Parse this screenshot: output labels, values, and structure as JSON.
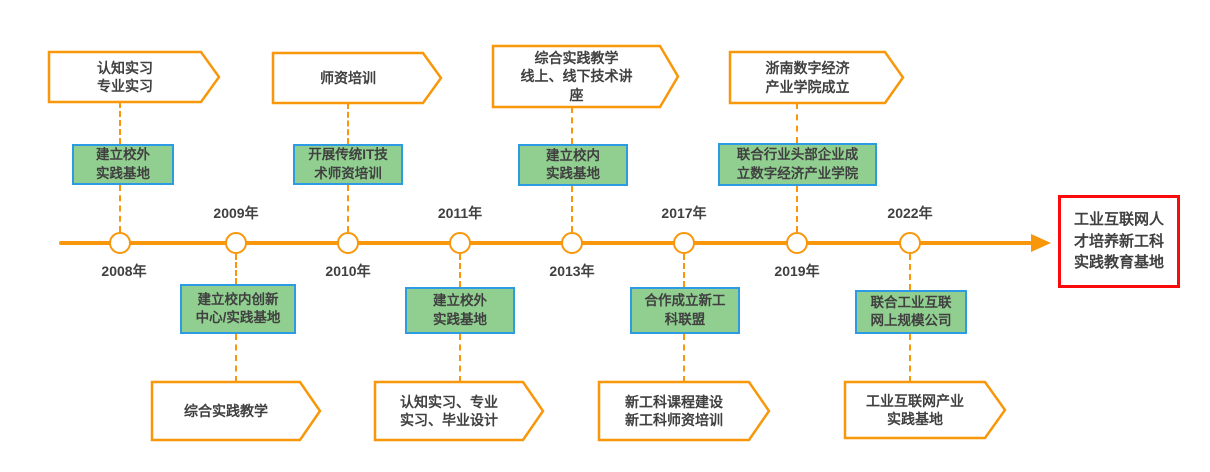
{
  "colors": {
    "orange": "#F79709",
    "green": "#90CF90",
    "blue": "#2D9BE4",
    "red": "#FA0A0A",
    "text": "#404040"
  },
  "timeline": {
    "events": [
      {
        "year": "2008年",
        "box": "建立校外\n实践基地",
        "callout": "认知实习\n专业实习"
      },
      {
        "year": "2009年",
        "box": "建立校内创新\n中心/实践基地",
        "callout": "综合实践教学"
      },
      {
        "year": "2010年",
        "box": "开展传统IT技\n术师资培训",
        "callout": "师资培训"
      },
      {
        "year": "2011年",
        "box": "建立校外\n实践基地",
        "callout": "认知实习、专业\n实习、毕业设计"
      },
      {
        "year": "2013年",
        "box": "建立校内\n实践基地",
        "callout": "综合实践教学\n线上、线下技术讲\n座"
      },
      {
        "year": "2017年",
        "box": "合作成立新工\n科联盟",
        "callout": "新工科课程建设\n新工科师资培训"
      },
      {
        "year": "2019年",
        "box": "联合行业头部企业成\n立数字经济产业学院",
        "callout": "浙南数字经济\n产业学院成立"
      },
      {
        "year": "2022年",
        "box": "联合工业互联\n网上规模公司",
        "callout": "工业互联网产业\n实践基地"
      }
    ]
  },
  "goal_box": {
    "label": "工业互联网人\n才培养新工科\n实践教育基地"
  }
}
